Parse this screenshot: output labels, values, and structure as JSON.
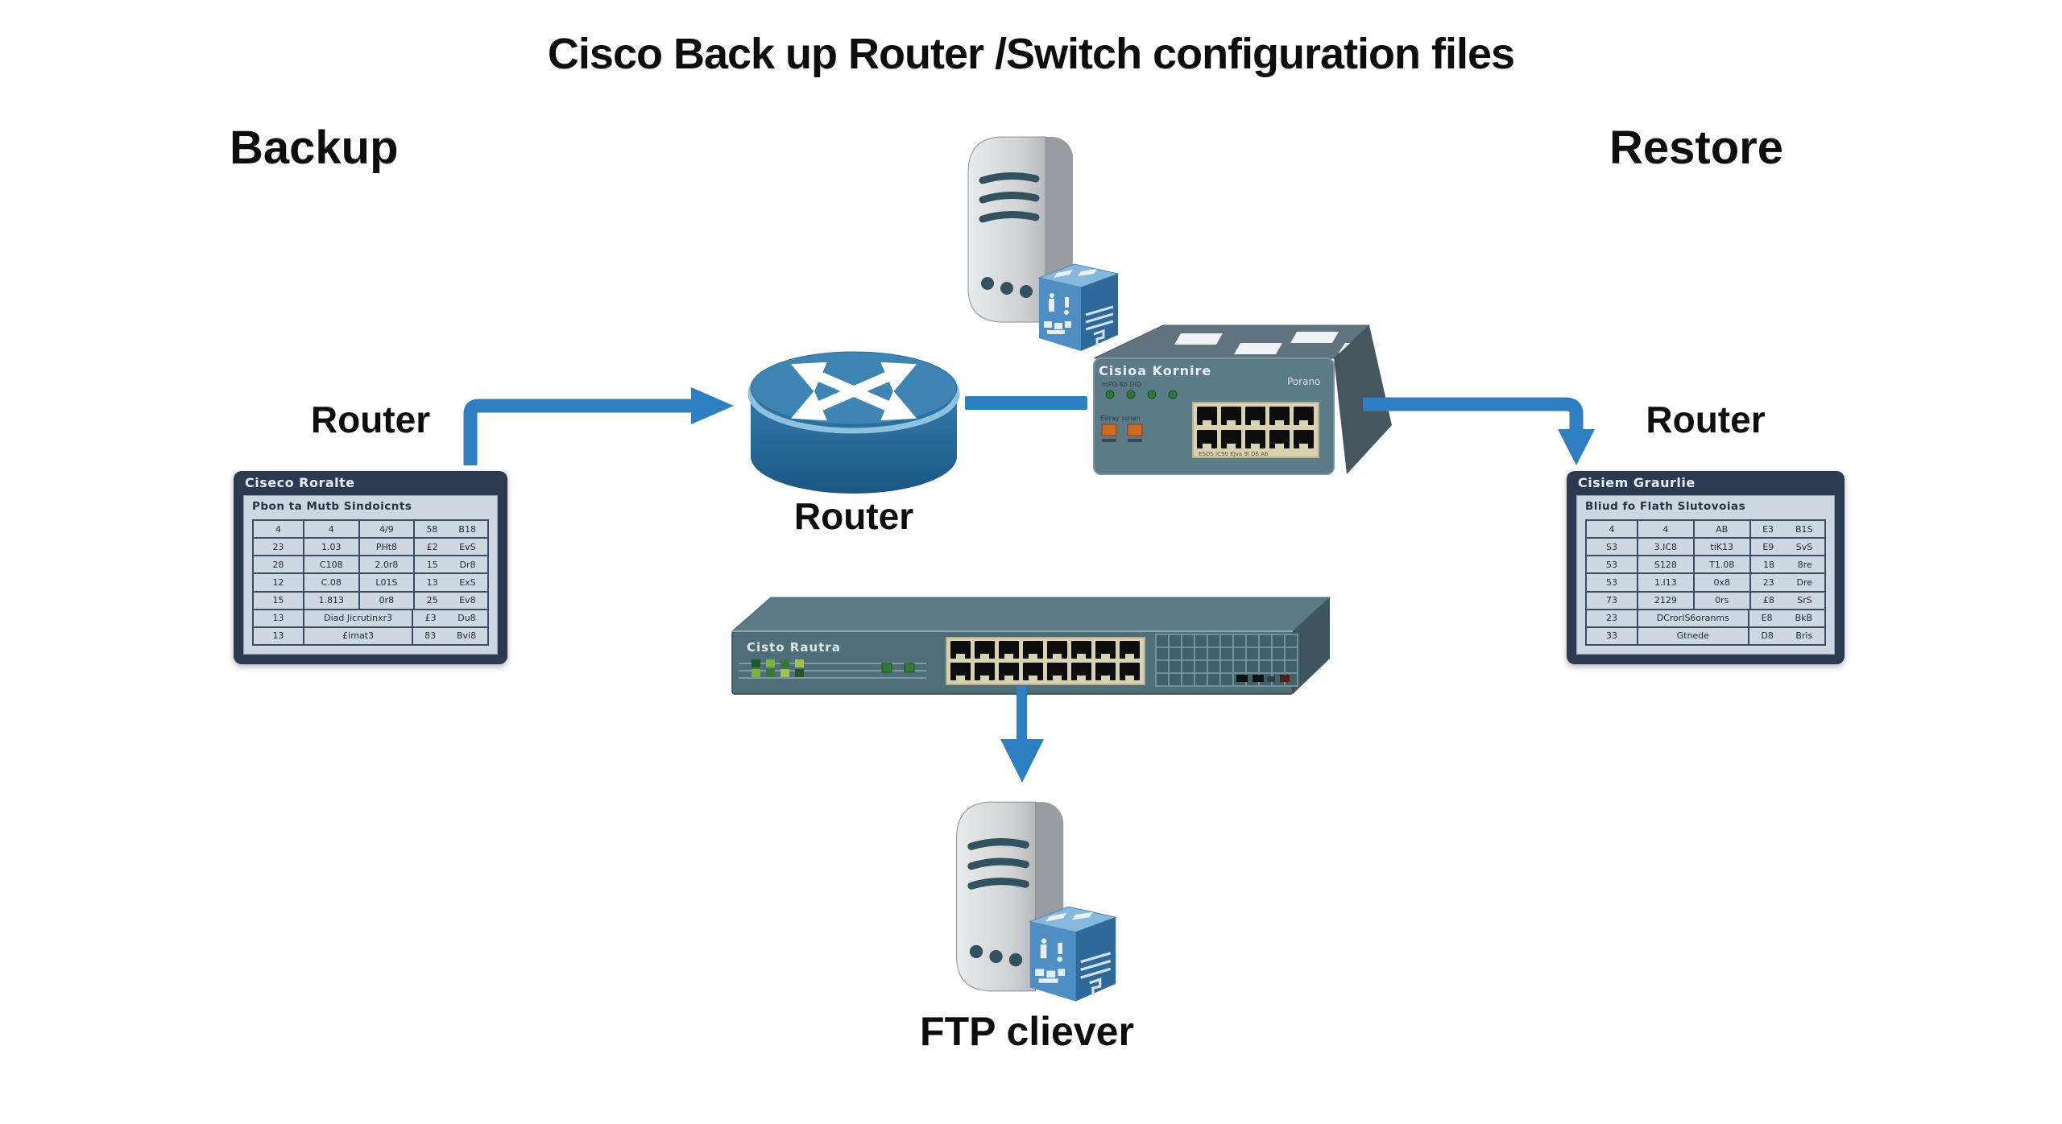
{
  "title": "Cisco Back up Router /Switch configuration files",
  "backup_heading": "Backup",
  "restore_heading": "Restore",
  "left_router_label": "Router",
  "center_router_label": "Router",
  "right_router_label": "Router",
  "ftp_server_label": "FTP cliever",
  "left_panel": {
    "device_title": "Ciseco Roralte",
    "screen_heading": "Pbon ta Mutb Sindoicnts",
    "rows": [
      [
        "4",
        "4",
        "4/9",
        "58",
        "B18"
      ],
      [
        "23",
        "1.03",
        "PHt8",
        "£2",
        "EvS"
      ],
      [
        "28",
        "C108",
        "2.0r8",
        "15",
        "Dr8"
      ],
      [
        "12",
        "C.08",
        "L01S",
        "13",
        "ExS"
      ],
      [
        "15",
        "1.813",
        "0r8",
        "25",
        "Ev8"
      ],
      [
        "13",
        "Diad Jicrutinxr3",
        "£3",
        "Du8"
      ],
      [
        "13",
        "£imat3",
        "83",
        "Bvi8"
      ]
    ]
  },
  "right_panel": {
    "device_title": "Cisiem Graurlie",
    "screen_heading": "Bliud fo Flath Slutovoias",
    "rows": [
      [
        "4",
        "4",
        "AB",
        "E3",
        "B1S"
      ],
      [
        "S3",
        "3.IC8",
        "tiK13",
        "E9",
        "SvS"
      ],
      [
        "53",
        "S128",
        "T1.08",
        "18",
        "8re"
      ],
      [
        "53",
        "1.I13",
        "0x8",
        "23",
        "Dre"
      ],
      [
        "73",
        "2129",
        "0rs",
        "£8",
        "SrS"
      ],
      [
        "23",
        "DCrorlS6oranms",
        "E8",
        "BkB"
      ],
      [
        "33",
        "Gtnede",
        "D8",
        "Bris"
      ]
    ]
  },
  "top_switch": {
    "brand": "Cisioa Kornire",
    "model": "Porano",
    "led_caption": "mPQ  4p  OlD",
    "button_caption": "EUray   ssnen",
    "port_caption": "ESOS  IC90  KJva  9i   D6   A6"
  },
  "bottom_switch": {
    "brand": "Cisto Rautra"
  },
  "colors": {
    "arrow_blue": "#2d7fc1",
    "router_blue": "#2f6f9f",
    "switch_teal": "#54737e",
    "panel_navy": "#2b3a50",
    "screen_gray": "#ccd7e1",
    "port_beige": "#d8d2b0",
    "led_green": "#2e7d35",
    "server_gray": "#c2c4c7"
  }
}
